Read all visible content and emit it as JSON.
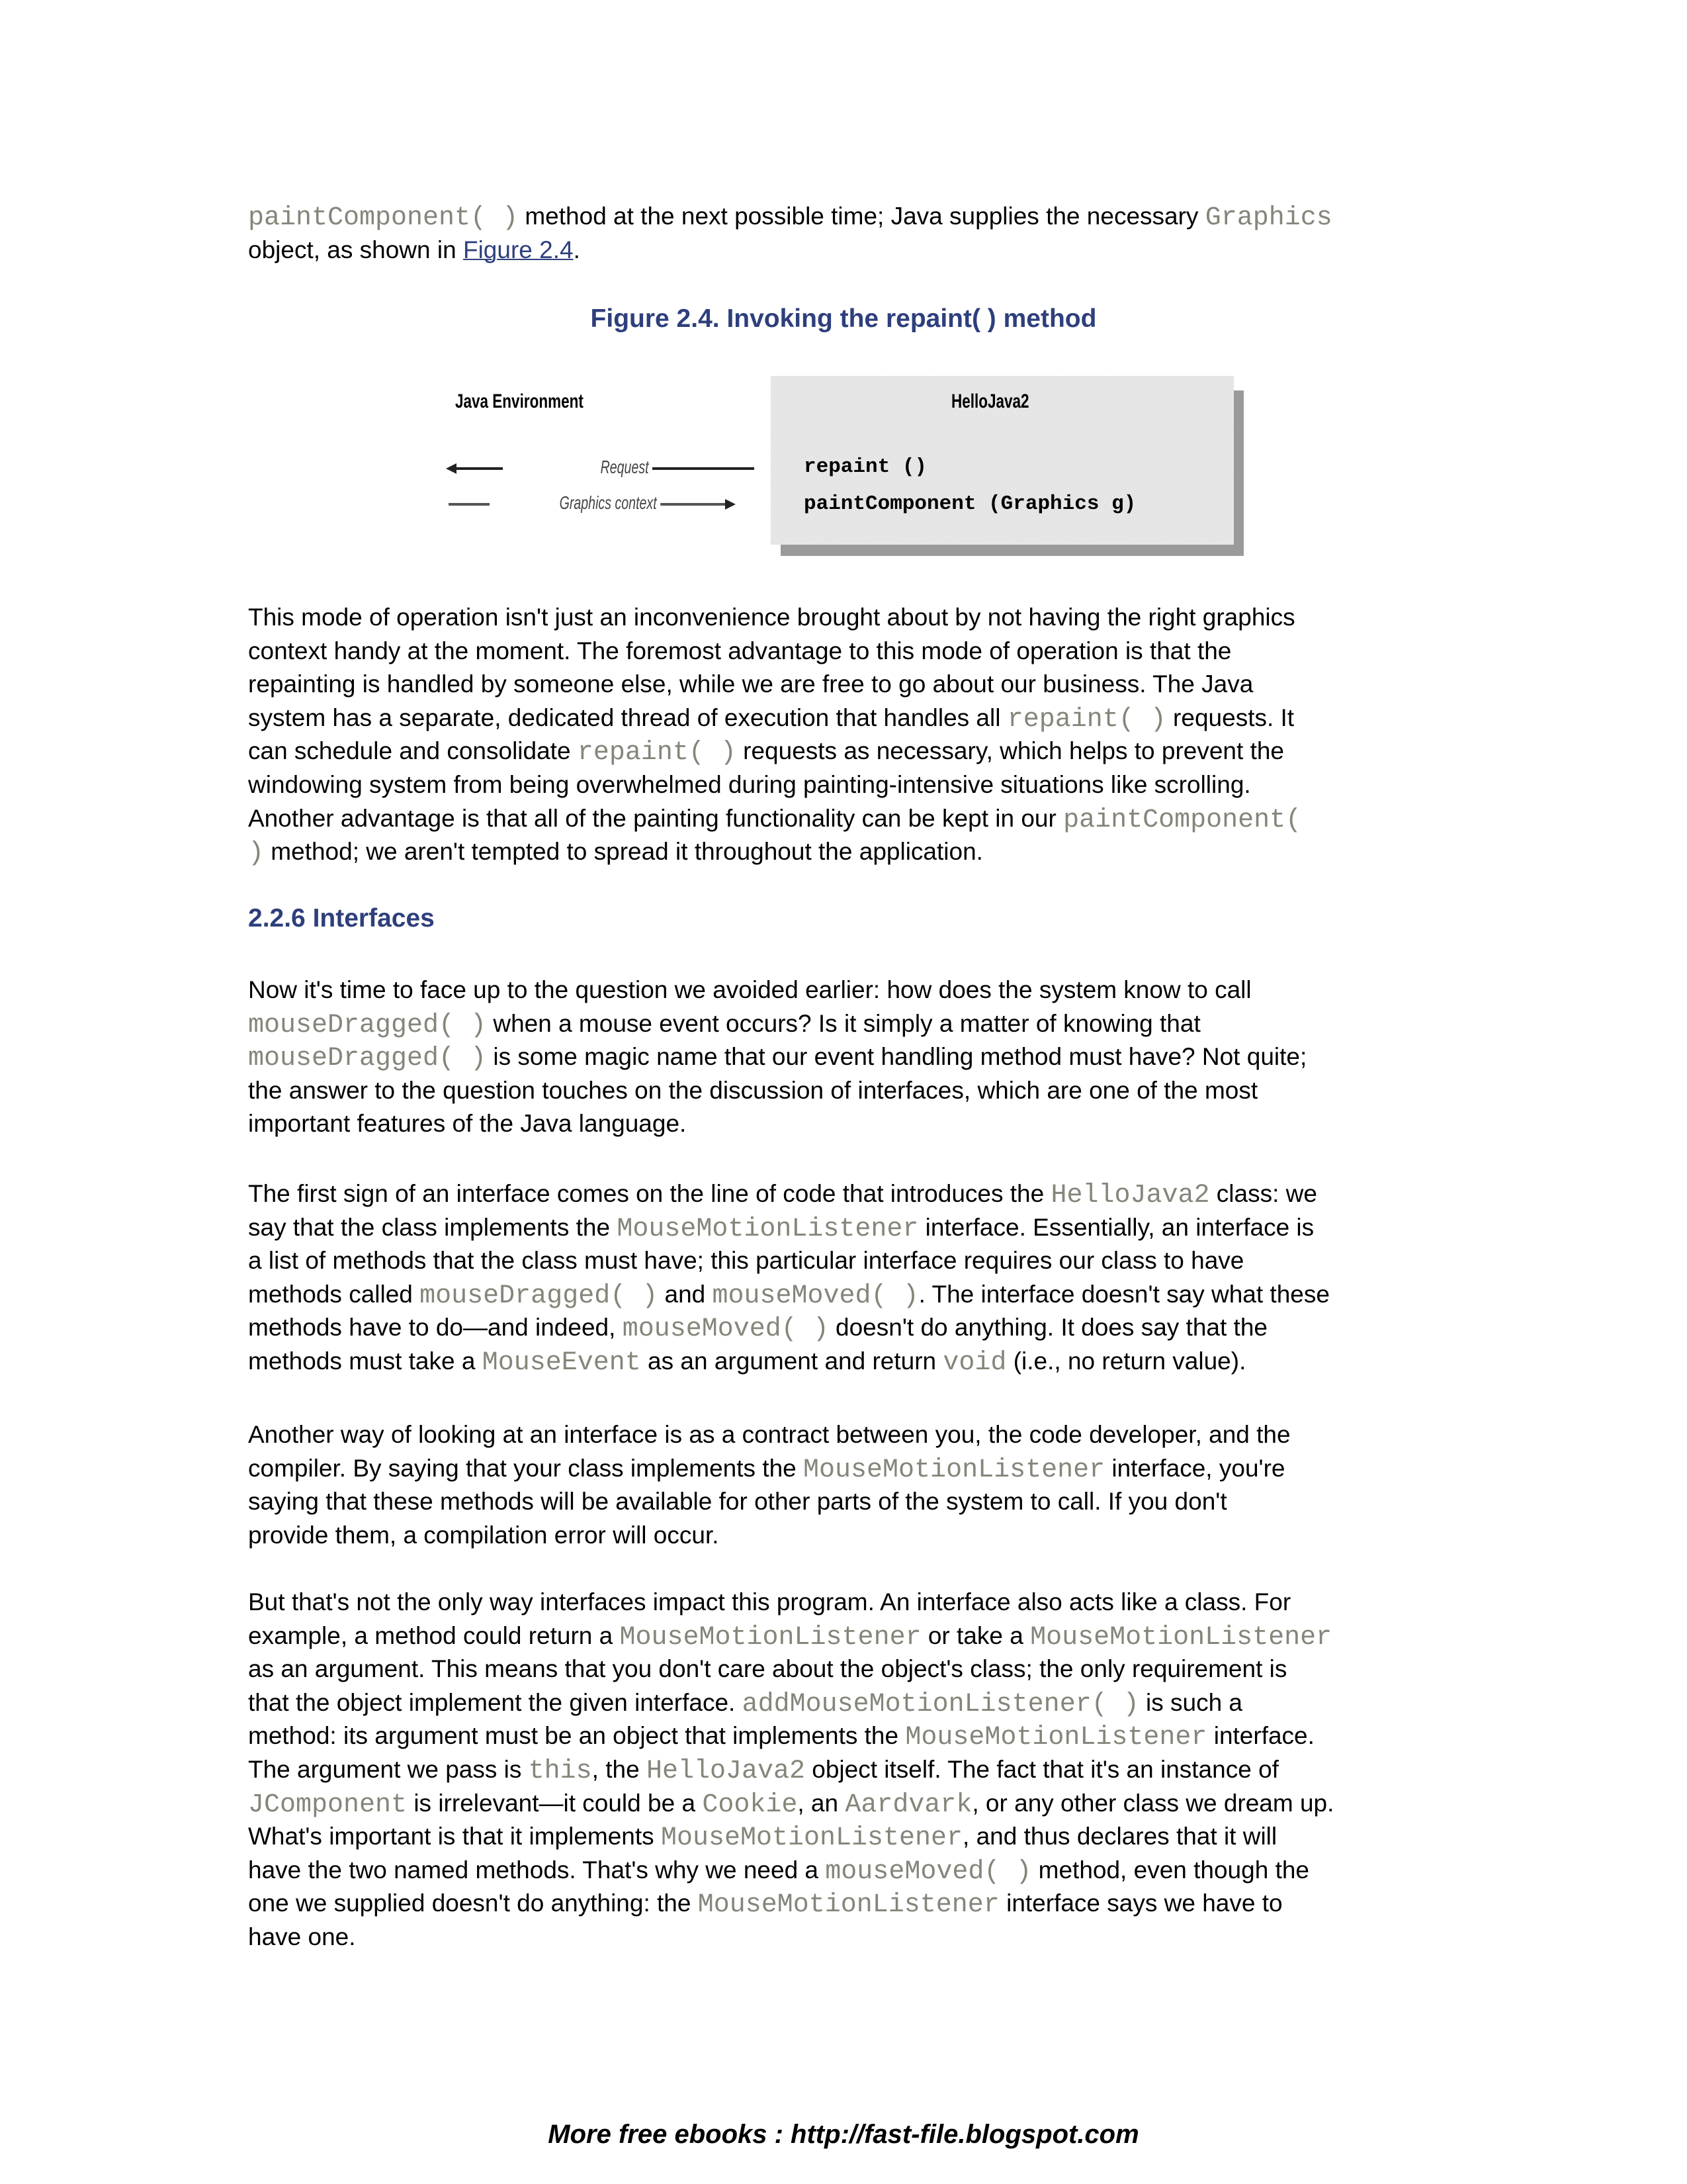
{
  "paragraphs": [
    {
      "lines": [
        [
          {
            "c": "paintComponent( )"
          },
          {
            "t": " method at the next possible time; Java supplies the necessary "
          },
          {
            "c": "Graphics"
          }
        ],
        [
          {
            "t": "object, as shown in "
          },
          {
            "l": "Figure 2.4"
          },
          {
            "t": "."
          }
        ]
      ]
    },
    {
      "lines": [
        [
          {
            "t": "This mode of operation isn't just an inconvenience brought about by not having the right graphics"
          }
        ],
        [
          {
            "t": "context handy at the moment. The foremost advantage to this mode of operation is that the"
          }
        ],
        [
          {
            "t": "repainting is handled by someone else, while we are free to go about our business. The Java"
          }
        ],
        [
          {
            "t": "system has a separate, dedicated thread of execution that handles all "
          },
          {
            "c": "repaint( )"
          },
          {
            "t": " requests. It"
          }
        ],
        [
          {
            "t": "can schedule and consolidate "
          },
          {
            "c": "repaint( )"
          },
          {
            "t": " requests as necessary, which helps to prevent the"
          }
        ],
        [
          {
            "t": "windowing system from being overwhelmed during painting-intensive situations like scrolling."
          }
        ],
        [
          {
            "t": "Another advantage is that all of the painting functionality can be kept in our "
          },
          {
            "c": "paintComponent("
          }
        ],
        [
          {
            "c": ")"
          },
          {
            "t": " method; we aren't tempted to spread it throughout the application."
          }
        ]
      ]
    },
    {
      "lines": [
        [
          {
            "t": "Now it's time to face up to the question we avoided earlier: how does the system know to call"
          }
        ],
        [
          {
            "c": "mouseDragged( )"
          },
          {
            "t": " when a mouse event occurs? Is it simply a matter of knowing that"
          }
        ],
        [
          {
            "c": "mouseDragged( )"
          },
          {
            "t": " is some magic name that our event handling method must have? Not quite;"
          }
        ],
        [
          {
            "t": "the answer to the question touches on the discussion of interfaces, which are one of the most"
          }
        ],
        [
          {
            "t": "important features of the Java language."
          }
        ]
      ]
    },
    {
      "lines": [
        [
          {
            "t": "The first sign of an interface comes on the line of code that introduces the "
          },
          {
            "c": "HelloJava2"
          },
          {
            "t": " class: we"
          }
        ],
        [
          {
            "t": "say that the class implements the "
          },
          {
            "c": "MouseMotionListener"
          },
          {
            "t": " interface. Essentially, an interface is"
          }
        ],
        [
          {
            "t": "a list of methods that the class must have; this particular interface requires our class to have"
          }
        ],
        [
          {
            "t": "methods called "
          },
          {
            "c": "mouseDragged( )"
          },
          {
            "t": " and "
          },
          {
            "c": "mouseMoved( )"
          },
          {
            "t": ". The interface doesn't say what these"
          }
        ],
        [
          {
            "t": "methods have to do—and indeed, "
          },
          {
            "c": "mouseMoved( )"
          },
          {
            "t": " doesn't do anything. It does say that the"
          }
        ],
        [
          {
            "t": "methods must take a "
          },
          {
            "c": "MouseEvent"
          },
          {
            "t": " as an argument and return "
          },
          {
            "c": "void"
          },
          {
            "t": " (i.e., no return value)."
          }
        ]
      ]
    },
    {
      "lines": [
        [
          {
            "t": "Another way of looking at an interface is as a contract between you, the code developer, and the"
          }
        ],
        [
          {
            "t": "compiler. By saying that your class implements the "
          },
          {
            "c": "MouseMotionListener"
          },
          {
            "t": " interface, you're"
          }
        ],
        [
          {
            "t": "saying that these methods will be available for other parts of the system to call. If you don't"
          }
        ],
        [
          {
            "t": "provide them, a compilation error will occur."
          }
        ]
      ]
    },
    {
      "lines": [
        [
          {
            "t": "But that's not the only way interfaces impact this program. An interface also acts like a class. For"
          }
        ],
        [
          {
            "t": "example, a method could return a "
          },
          {
            "c": "MouseMotionListener"
          },
          {
            "t": " or take a "
          },
          {
            "c": "MouseMotionListener"
          }
        ],
        [
          {
            "t": "as an argument. This means that you don't care about the object's class; the only requirement is"
          }
        ],
        [
          {
            "t": "that the object implement the given interface. "
          },
          {
            "c": "addMouseMotionListener( )"
          },
          {
            "t": " is such a"
          }
        ],
        [
          {
            "t": "method: its argument must be an object that implements the "
          },
          {
            "c": "MouseMotionListener"
          },
          {
            "t": " interface."
          }
        ],
        [
          {
            "t": "The argument we pass is "
          },
          {
            "c": "this"
          },
          {
            "t": ", the "
          },
          {
            "c": "HelloJava2"
          },
          {
            "t": " object itself. The fact that it's an instance of"
          }
        ],
        [
          {
            "c": "JComponent"
          },
          {
            "t": " is irrelevant—it could be a "
          },
          {
            "c": "Cookie"
          },
          {
            "t": ", an "
          },
          {
            "c": "Aardvark"
          },
          {
            "t": ", or any other class we dream up."
          }
        ],
        [
          {
            "t": "What's important is that it implements "
          },
          {
            "c": "MouseMotionListener"
          },
          {
            "t": ", and thus declares that it will"
          }
        ],
        [
          {
            "t": "have the two named methods. That's why we need a "
          },
          {
            "c": "mouseMoved( )"
          },
          {
            "t": " method, even though the"
          }
        ],
        [
          {
            "t": "one we supplied doesn't do anything: the "
          },
          {
            "c": "MouseMotionListener"
          },
          {
            "t": " interface says we have to"
          }
        ],
        [
          {
            "t": "have one."
          }
        ]
      ]
    }
  ],
  "figure": {
    "title": "Figure 2.4. Invoking the repaint( ) method",
    "left_label": "Java Environment",
    "box_label": "HelloJava2",
    "request_label": "Request",
    "graphics_label": "Graphics context",
    "method1": "repaint ()",
    "method2": "paintComponent (Graphics g)"
  },
  "section_heading": "2.2.6 Interfaces",
  "footer": "More free ebooks  :  http://fast-file.blogspot.com"
}
